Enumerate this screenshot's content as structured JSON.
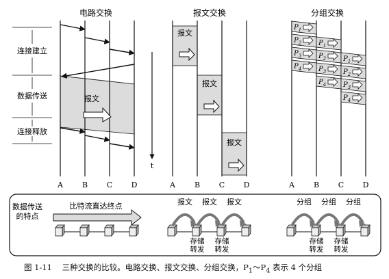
{
  "panels": {
    "circuit": {
      "title": "电路交换",
      "packet": "报文"
    },
    "message": {
      "title": "报文交换",
      "packet": "报文"
    },
    "packet": {
      "title": "分组交换"
    }
  },
  "phases": [
    "连接建立",
    "数据传送",
    "连接释放"
  ],
  "time_label": "t",
  "nodes": [
    "A",
    "B",
    "C",
    "D"
  ],
  "packet_labels": [
    "P",
    "1",
    "2",
    "3",
    "4"
  ],
  "bottom": {
    "data_feature": "数据传送\n的特点",
    "bitstream": "比特流直达终点",
    "message_label": "报文",
    "packet_label": "分组",
    "store_forward": "存储\n转发"
  },
  "caption": {
    "fig": "图 1-11",
    "text": "三种交换的比较。电路交换、报文交换、分组交换，P",
    "sub1": "1",
    "mid": "～P",
    "sub4": "4",
    "tail": "表示 4 个分组"
  },
  "colors": {
    "line": "#111111",
    "shade": "#dcdcdc",
    "box": "#eeeeee"
  }
}
